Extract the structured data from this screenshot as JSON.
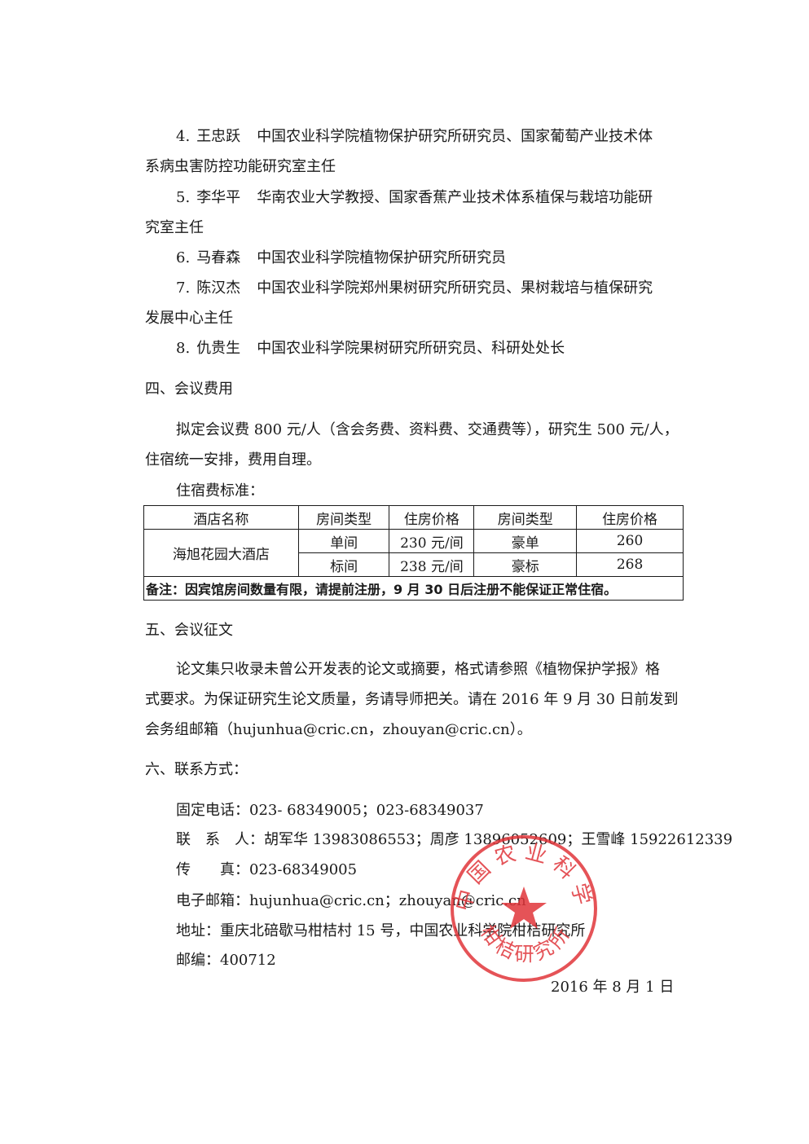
{
  "experts": [
    {
      "num": "4.",
      "name": "王忠跃",
      "desc_line1": "中国农业科学院植物保护研究所研究员、国家葡萄产业技术体",
      "desc_line2": "系病虫害防控功能研究室主任"
    },
    {
      "num": "5.",
      "name": "李华平",
      "desc_line1": "华南农业大学教授、国家香蕉产业技术体系植保与栽培功能研",
      "desc_line2": "究室主任"
    },
    {
      "num": "6.",
      "name": "马春森",
      "desc_line1": "中国农业科学院植物保护研究所研究员",
      "desc_line2": ""
    },
    {
      "num": "7.",
      "name": "陈汉杰",
      "desc_line1": "中国农业科学院郑州果树研究所研究员、果树栽培与植保研究",
      "desc_line2": "发展中心主任"
    },
    {
      "num": "8.",
      "name": "仇贵生",
      "desc_line1": "中国农业科学院果树研究所研究员、科研处处长",
      "desc_line2": ""
    }
  ],
  "section4": {
    "heading": "四、会议费用",
    "para_line1": "拟定会议费 800 元/人（含会务费、资料费、交通费等），研究生 500 元/人，",
    "para_line2": "住宿统一安排，费用自理。",
    "table_caption": "住宿费标准：",
    "table": {
      "headers": [
        "酒店名称",
        "房间类型",
        "住房价格",
        "房间类型",
        "住房价格"
      ],
      "hotel_name": "海旭花园大酒店",
      "rows": [
        [
          "单间",
          "230 元/间",
          "豪单",
          "260"
        ],
        [
          "标间",
          "238 元/间",
          "豪标",
          "268"
        ]
      ],
      "note": "备注：因宾馆房间数量有限，请提前注册，9 月 30 日后注册不能保证正常住宿。"
    }
  },
  "section5": {
    "heading": "五、会议征文",
    "para_line1": "论文集只收录未曾公开发表的论文或摘要，格式请参照《植物保护学报》格",
    "para_line2": "式要求。为保证研究生论文质量，务请导师把关。请在 2016 年 9 月 30 日前发到",
    "para_line3": "会务组邮箱（hujunhua@cric.cn，zhouyan@cric.cn）。"
  },
  "section6": {
    "heading": "六、联系方式：",
    "phone": "固定电话：023- 68349005；023-68349037",
    "contacts": "联　系　人：胡军华 13983086553；周彦 13896052609；王雪峰 15922612339",
    "fax": "传　　真：023-68349005",
    "email": "电子邮箱：hujunhua@cric.cn；zhouyan@cric.cn",
    "address": "地址：重庆北碚歇马柑桔村 15 号，中国农业科学院柑桔研究所",
    "postcode": "邮编：400712"
  },
  "stamp": {
    "top_text": "中国农业科学",
    "bottom_text": "柑桔研究所",
    "color": "#e0353a"
  },
  "date": "2016 年 8 月 1 日"
}
